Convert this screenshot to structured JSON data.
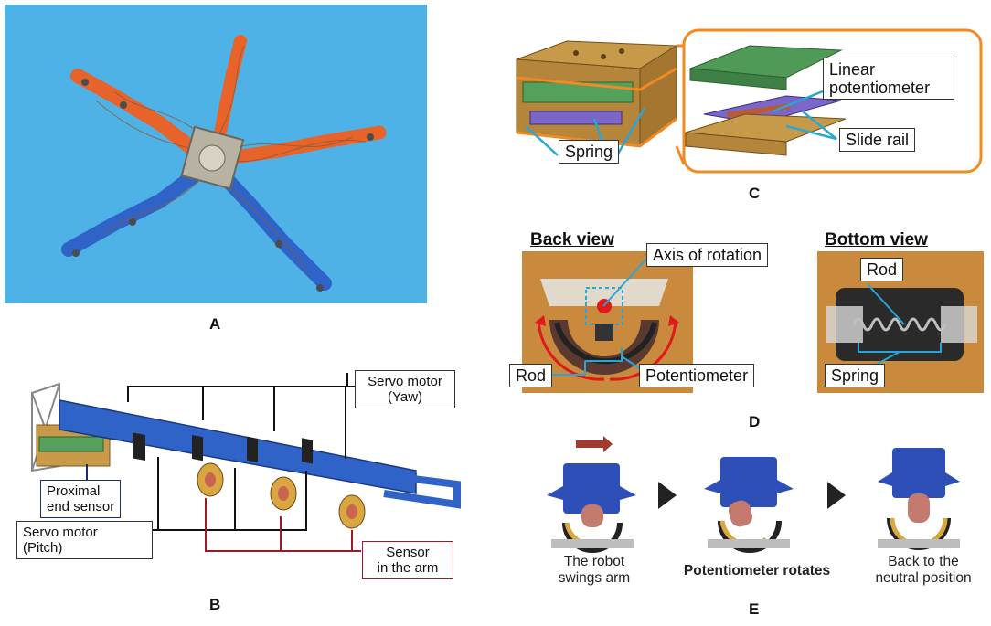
{
  "panels": {
    "A": {
      "letter": "A"
    },
    "B": {
      "letter": "B",
      "labels": {
        "servo_yaw": "Servo motor\n(Yaw)",
        "proximal": "Proximal\nend sensor",
        "servo_pitch": "Servo motor\n(Pitch)",
        "sensor_arm": "Sensor\nin the arm"
      }
    },
    "C": {
      "letter": "C",
      "labels": {
        "linear_pot": "Linear\npotentiometer",
        "spring": "Spring",
        "slide_rail": "Slide rail"
      }
    },
    "D": {
      "letter": "D",
      "back_view": "Back view",
      "bottom_view": "Bottom view",
      "labels": {
        "axis": "Axis of rotation",
        "rod_left": "Rod",
        "potentiometer": "Potentiometer",
        "rod_right": "Rod",
        "spring": "Spring"
      }
    },
    "E": {
      "letter": "E",
      "captions": {
        "step1": "The robot\nswings arm",
        "step2": "Potentiometer rotates",
        "step3": "Back to the\nneutral position"
      }
    }
  },
  "colors": {
    "photo_bg": "#4fb2e6",
    "arm_orange": "#e8632a",
    "arm_blue": "#2f63c8",
    "wood": "#c69a48",
    "pcb_green": "#55a05a",
    "callout_c_orange": "#f08a24",
    "sensor_line": "#9a1a2a",
    "proximal_line": "#1c2a7a",
    "leader_cyan": "#2aa5d8"
  }
}
